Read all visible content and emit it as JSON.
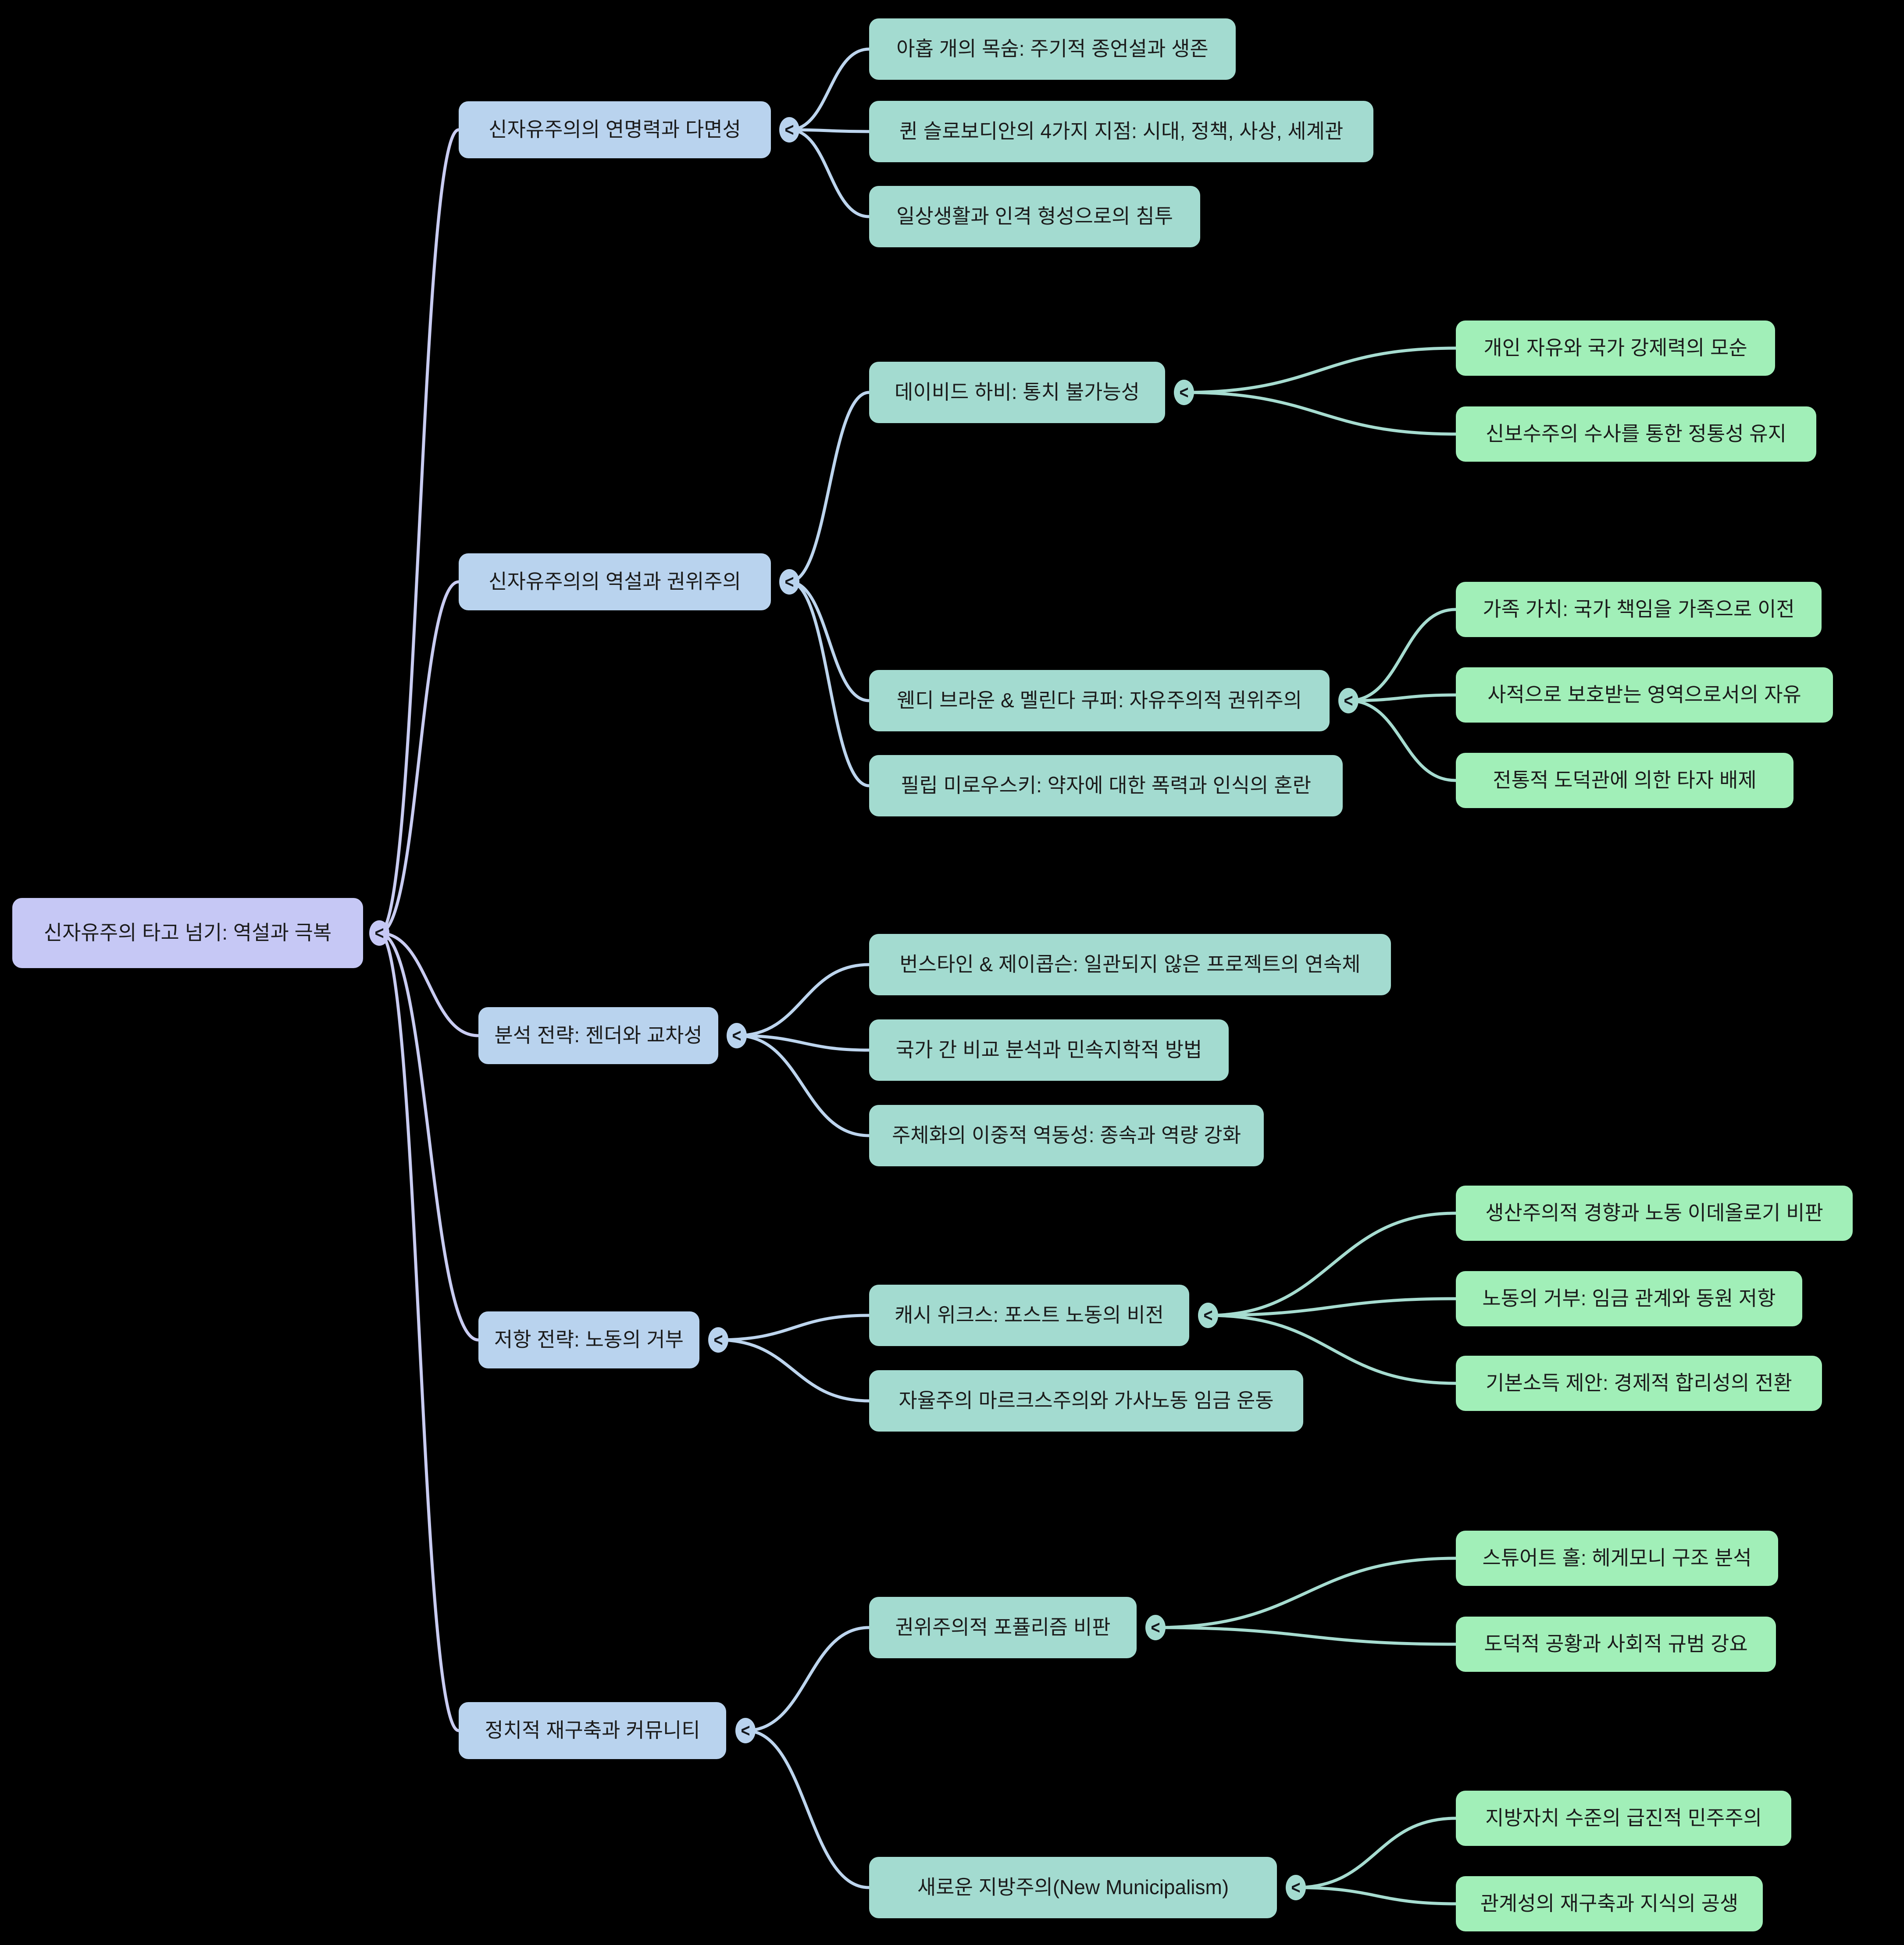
{
  "ui": {
    "collapse_glyph": "<",
    "background": "#000000"
  },
  "palette": {
    "root_fill": "#c6c8f5",
    "level1_fill": "#b9d3ee",
    "level2_fill": "#a3dbd0",
    "level3_fill": "#a1efb8",
    "root_link": "#c9ccf2",
    "level1_link": "#bdd5ee",
    "level2_link": "#a6dcd0",
    "text": "#1b1b1b"
  },
  "mindmap": {
    "root": {
      "label": "신자유주의 타고 넘기: 역설과 극복",
      "children": [
        {
          "label": "신자유주의의 연명력과 다면성",
          "children": [
            {
              "label": "아홉 개의 목숨: 주기적 종언설과 생존"
            },
            {
              "label": "퀸 슬로보디안의 4가지 지점: 시대, 정책, 사상, 세계관"
            },
            {
              "label": "일상생활과 인격 형성으로의 침투"
            }
          ]
        },
        {
          "label": "신자유주의의 역설과 권위주의",
          "children": [
            {
              "label": "데이비드 하비: 통치 불가능성",
              "children": [
                {
                  "label": "개인 자유와 국가 강제력의 모순"
                },
                {
                  "label": "신보수주의 수사를 통한 정통성 유지"
                }
              ]
            },
            {
              "label": "웬디 브라운 & 멜린다 쿠퍼: 자유주의적 권위주의",
              "children": [
                {
                  "label": "가족 가치: 국가 책임을 가족으로 이전"
                },
                {
                  "label": "사적으로 보호받는 영역으로서의 자유"
                },
                {
                  "label": "전통적 도덕관에 의한 타자 배제"
                }
              ]
            },
            {
              "label": "필립 미로우스키: 약자에 대한 폭력과 인식의 혼란"
            }
          ]
        },
        {
          "label": "분석 전략: 젠더와 교차성",
          "children": [
            {
              "label": "번스타인 & 제이콥슨: 일관되지 않은 프로젝트의 연속체"
            },
            {
              "label": "국가 간 비교 분석과 민속지학적 방법"
            },
            {
              "label": "주체화의 이중적 역동성: 종속과 역량 강화"
            }
          ]
        },
        {
          "label": "저항 전략: 노동의 거부",
          "children": [
            {
              "label": "캐시 위크스: 포스트 노동의 비전",
              "children": [
                {
                  "label": "생산주의적 경향과 노동 이데올로기 비판"
                },
                {
                  "label": "노동의 거부: 임금 관계와 동원 저항"
                },
                {
                  "label": "기본소득 제안: 경제적 합리성의 전환"
                }
              ]
            },
            {
              "label": "자율주의 마르크스주의와 가사노동 임금 운동"
            }
          ]
        },
        {
          "label": "정치적 재구축과 커뮤니티",
          "children": [
            {
              "label": "권위주의적 포퓰리즘 비판",
              "children": [
                {
                  "label": "스튜어트 홀: 헤게모니 구조 분석"
                },
                {
                  "label": "도덕적 공황과 사회적 규범 강요"
                }
              ]
            },
            {
              "label": "새로운 지방주의(New Municipalism)",
              "children": [
                {
                  "label": "지방자치 수준의 급진적 민주주의"
                },
                {
                  "label": "관계성의 재구축과 지식의 공생"
                }
              ]
            }
          ]
        }
      ]
    }
  }
}
